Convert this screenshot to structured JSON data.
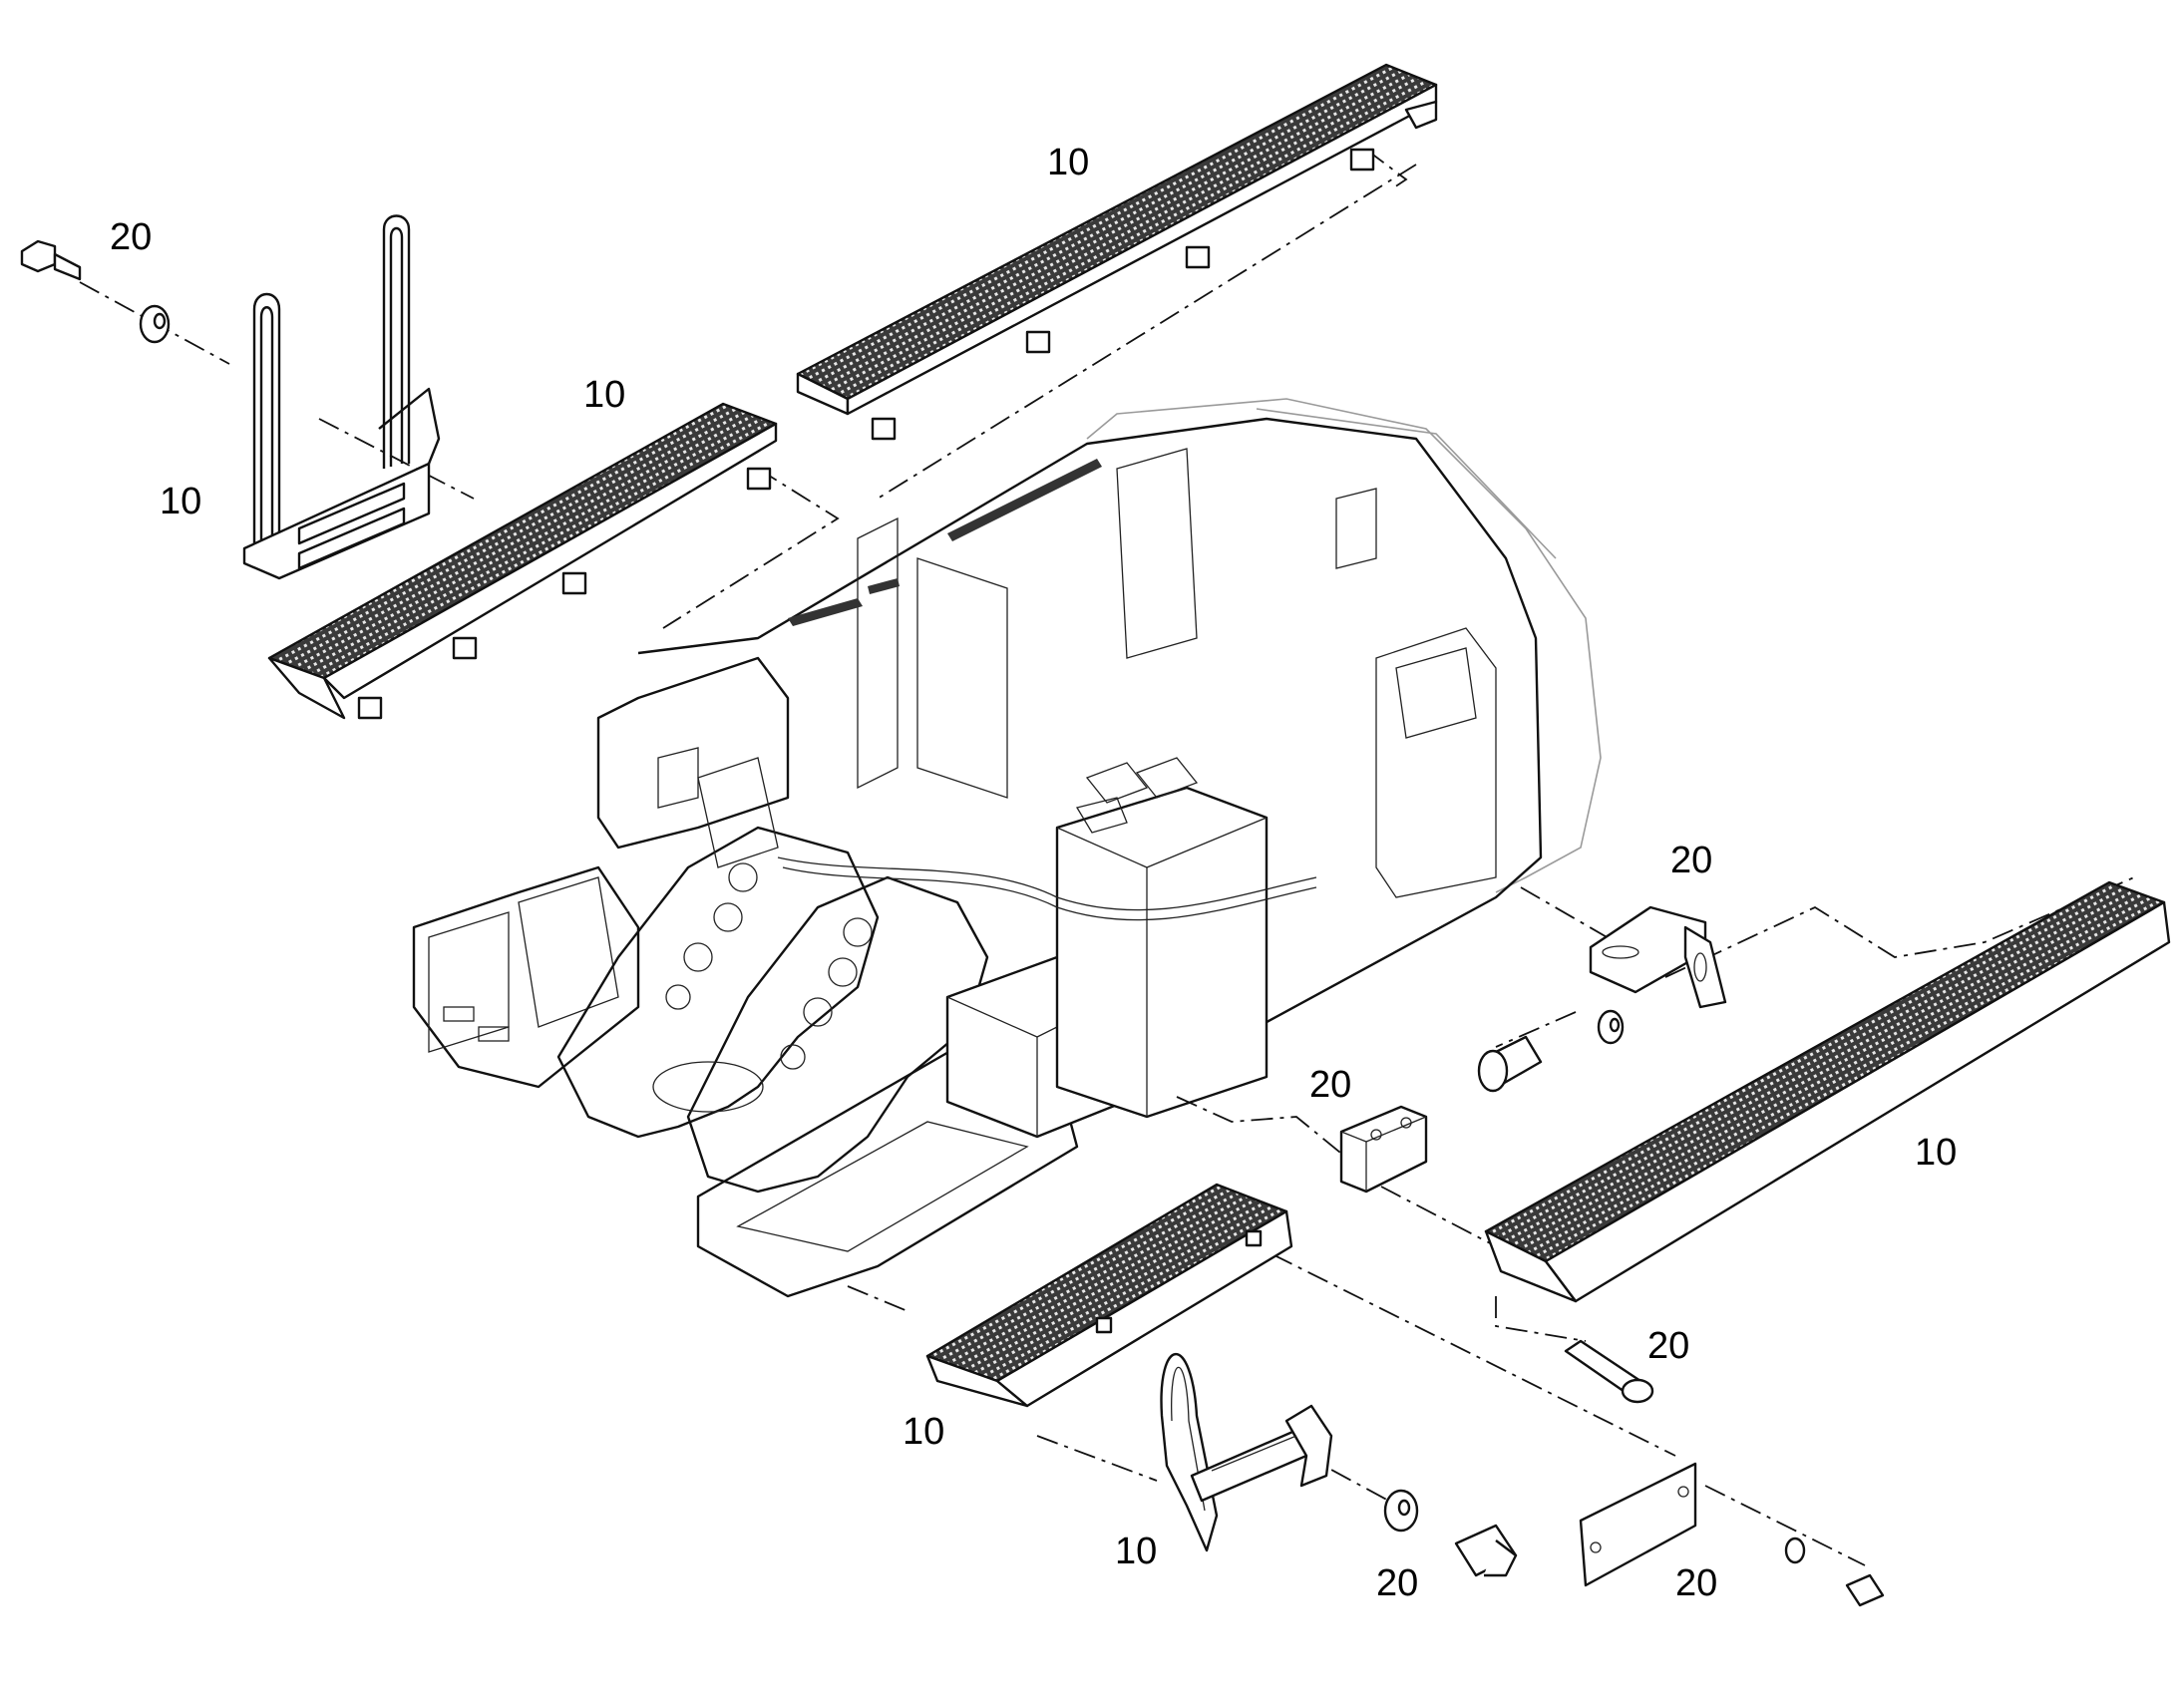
{
  "callouts": [
    {
      "id": "step-top",
      "text": "10"
    },
    {
      "id": "bolt-top-left",
      "text": "20"
    },
    {
      "id": "handrail-left",
      "text": "10"
    },
    {
      "id": "step-left",
      "text": "10"
    },
    {
      "id": "bracket-right",
      "text": "20"
    },
    {
      "id": "spacer-block",
      "text": "20"
    },
    {
      "id": "step-right",
      "text": "10"
    },
    {
      "id": "screw-right",
      "text": "20"
    },
    {
      "id": "step-front",
      "text": "10"
    },
    {
      "id": "handrail-front",
      "text": "10"
    },
    {
      "id": "bolt-front",
      "text": "20"
    },
    {
      "id": "plate-front",
      "text": "20"
    }
  ],
  "colors": {
    "line": "#111111",
    "tread": "#2b2b2b",
    "background": "#ffffff"
  }
}
